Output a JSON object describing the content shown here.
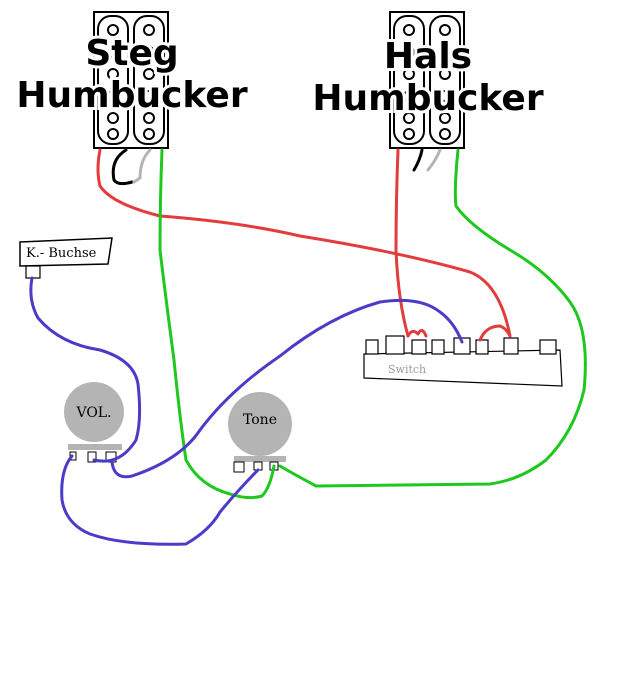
{
  "pickups": {
    "bridge": {
      "line1": "Steg",
      "line2": "Humbucker"
    },
    "neck": {
      "line1": "Hals",
      "line2": "Humbucker"
    }
  },
  "jack_label": "K.- Buchse",
  "volume_label": "VOL.",
  "tone_label": "Tone",
  "switch_label": "Switch",
  "colors": {
    "red": "#e23c3c",
    "green": "#1ec81e",
    "blue": "#4b3cc8",
    "black": "#000000",
    "gray": "#b4b4b4",
    "pot": "#b4b4b4"
  }
}
